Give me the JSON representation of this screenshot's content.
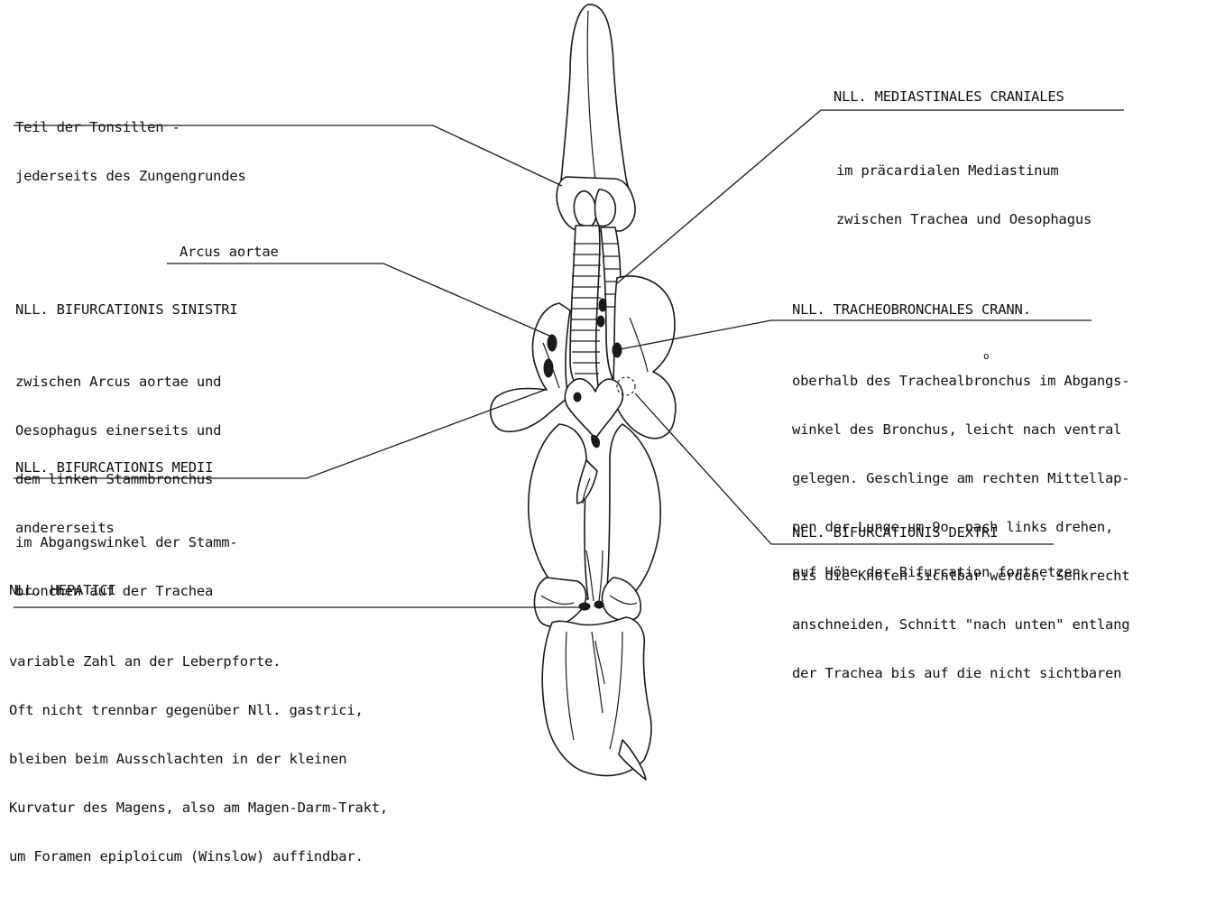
{
  "labels": {
    "tonsillen": [
      "Teil der Tonsillen -",
      "jederseits des Zungengrundes"
    ],
    "arcus": "Arcus aortae",
    "bif_sin_title": "NLL. BIFURCATIONIS SINISTRI",
    "bif_sin_text": [
      "zwischen Arcus aortae und",
      "Oesophagus einerseits und",
      "dem linken Stammbronchus",
      "andererseits"
    ],
    "bif_medii_title": "NLL. BIFURCATIONIS MEDII",
    "bif_medii_text": [
      "im Abgangswinkel der Stamm-",
      "bronchen auf der Trachea"
    ],
    "hepatici_title": "NLL. HEPATICI",
    "hepatici_text": [
      "variable Zahl an der Leberpforte.",
      "Oft nicht trennbar gegenüber Nll. gastrici,",
      "bleiben beim Ausschlachten in der kleinen",
      "Kurvatur des Magens, also am Magen-Darm-Trakt,",
      "um Foramen epiploicum (Winslow) auffindbar."
    ],
    "med_cran_title": "NLL. MEDIASTINALES CRANIALES",
    "med_cran_text": [
      "im präcardialen Mediastinum",
      "zwischen Trachea und Oesophagus"
    ],
    "tracheo_title": "NLL. TRACHEOBRONCHALES CRANN.",
    "tracheo_text": [
      "oberhalb des Trachealbronchus im Abgangs-",
      "winkel des Bronchus, leicht nach ventral",
      "gelegen. Geschlinge am rechten Mittellap-",
      "pen der Lunge um 9o  nach links drehen,",
      "bis die Knoten sichtbar werden. Senkrecht",
      "anschneiden, Schnitt \"nach unten\" entlang",
      "der Trachea bis auf die nicht sichtbaren"
    ],
    "tracheo_superscript": "o",
    "bif_dex_title": "NLL. BIFURCATIONIS DEXTRI",
    "bif_dex_text": "auf Höhe der Bifurcation fortsetzen."
  }
}
